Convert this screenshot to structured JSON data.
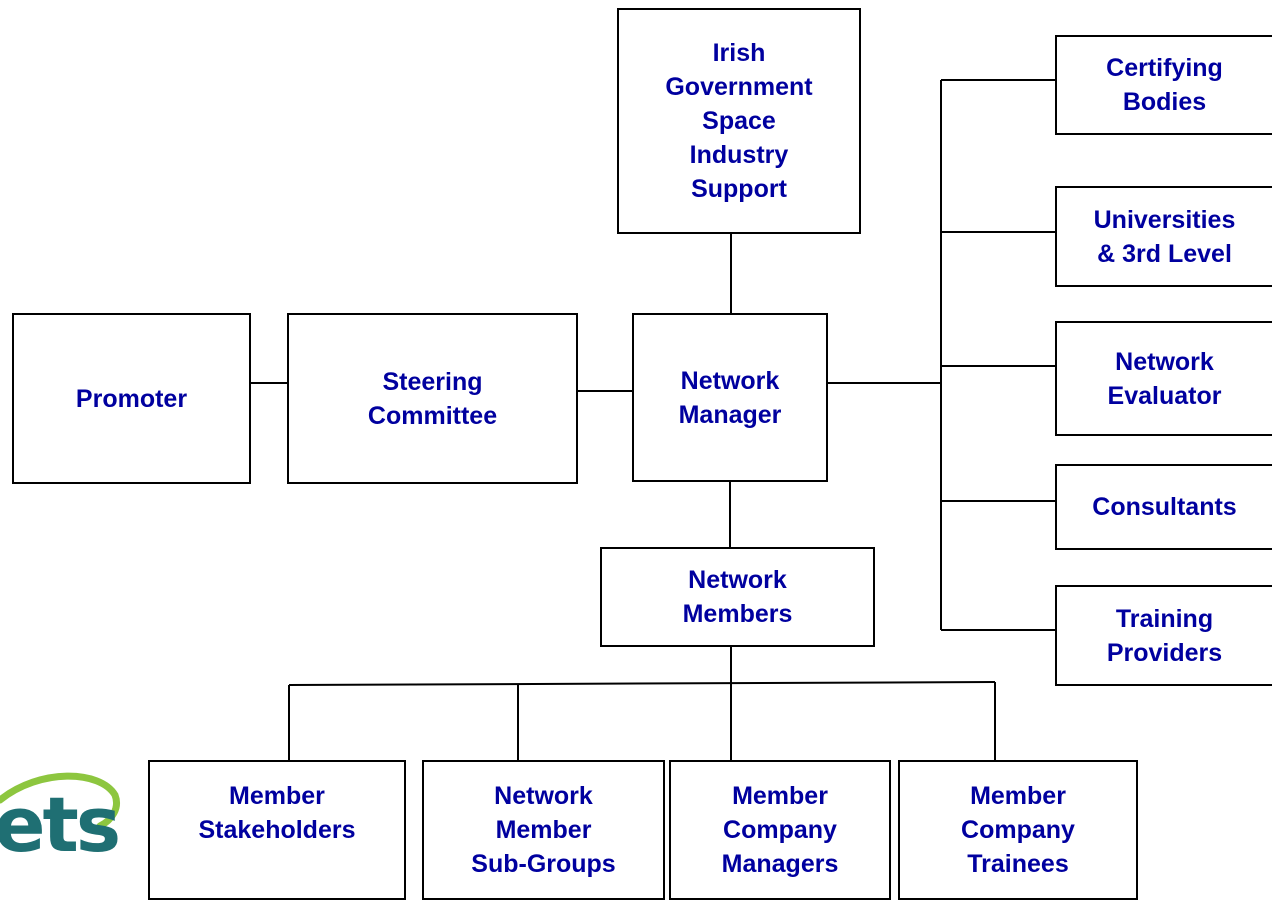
{
  "colors": {
    "text": "#00009f",
    "border": "#000000",
    "logo_teal": "#1f6f73",
    "logo_green": "#8dc63f"
  },
  "nodes": {
    "promoter": "Promoter",
    "steering": "Steering\nCommittee",
    "manager": "Network\nManager",
    "government": "Irish\nGovernment\nSpace\nIndustry\nSupport",
    "members": "Network\nMembers",
    "certifying": "Certifying\nBodies",
    "universities": "Universities\n& 3rd Level",
    "evaluator": "Network\nEvaluator",
    "consultants": "Consultants",
    "training": "Training\nProviders",
    "stakeholders": "Member\nStakeholders",
    "subgroups": "Network\nMember\nSub-Groups",
    "company_managers": "Member\nCompany\nManagers",
    "company_trainees": "Member\nCompany\nTrainees"
  },
  "logo": {
    "text": "ets",
    "icon": "swoosh-logo-icon"
  }
}
